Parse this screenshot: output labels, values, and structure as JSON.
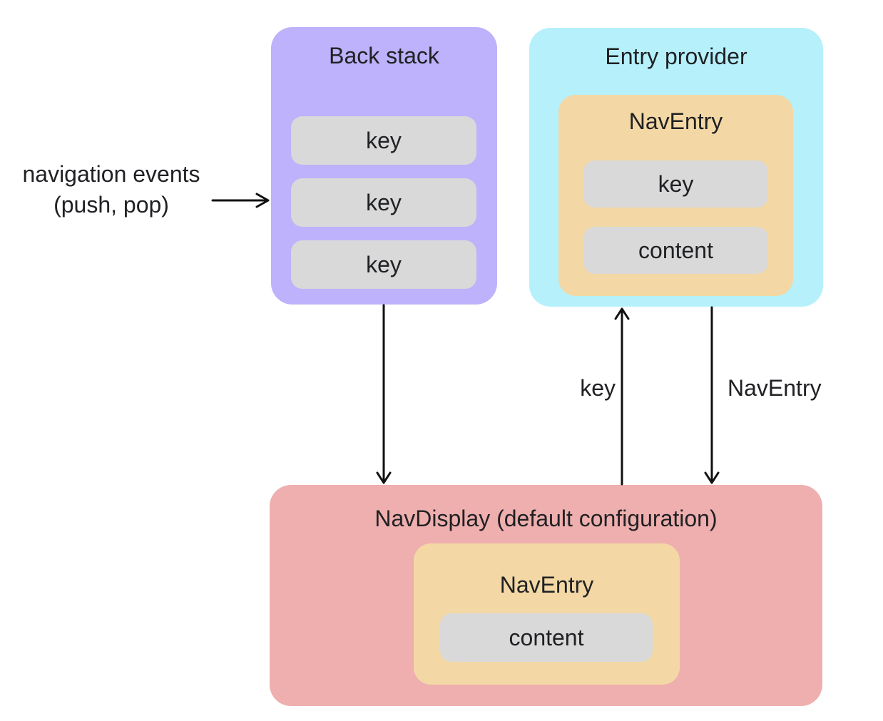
{
  "colors": {
    "back-stack-bg": "#bdb2fb",
    "entry-provider-bg": "#b5f0fb",
    "nav-entry-bg": "#f3d8a5",
    "nav-display-bg": "#eeafae",
    "pill-bg": "#d9d9d9",
    "text": "#202124",
    "arrow": "#111111"
  },
  "diagram": {
    "back_stack": {
      "title": "Back stack",
      "keys": [
        "key",
        "key",
        "key"
      ]
    },
    "entry_provider": {
      "title": "Entry provider",
      "nav_entry": {
        "title": "NavEntry",
        "key_label": "key",
        "content_label": "content"
      }
    },
    "nav_display": {
      "title": "NavDisplay (default configuration)",
      "nav_entry": {
        "title": "NavEntry",
        "content_label": "content"
      }
    },
    "annotations": {
      "navigation_events_line1": "navigation events",
      "navigation_events_line2": "(push, pop)",
      "key_arrow_label": "key",
      "nav_entry_arrow_label": "NavEntry"
    }
  }
}
